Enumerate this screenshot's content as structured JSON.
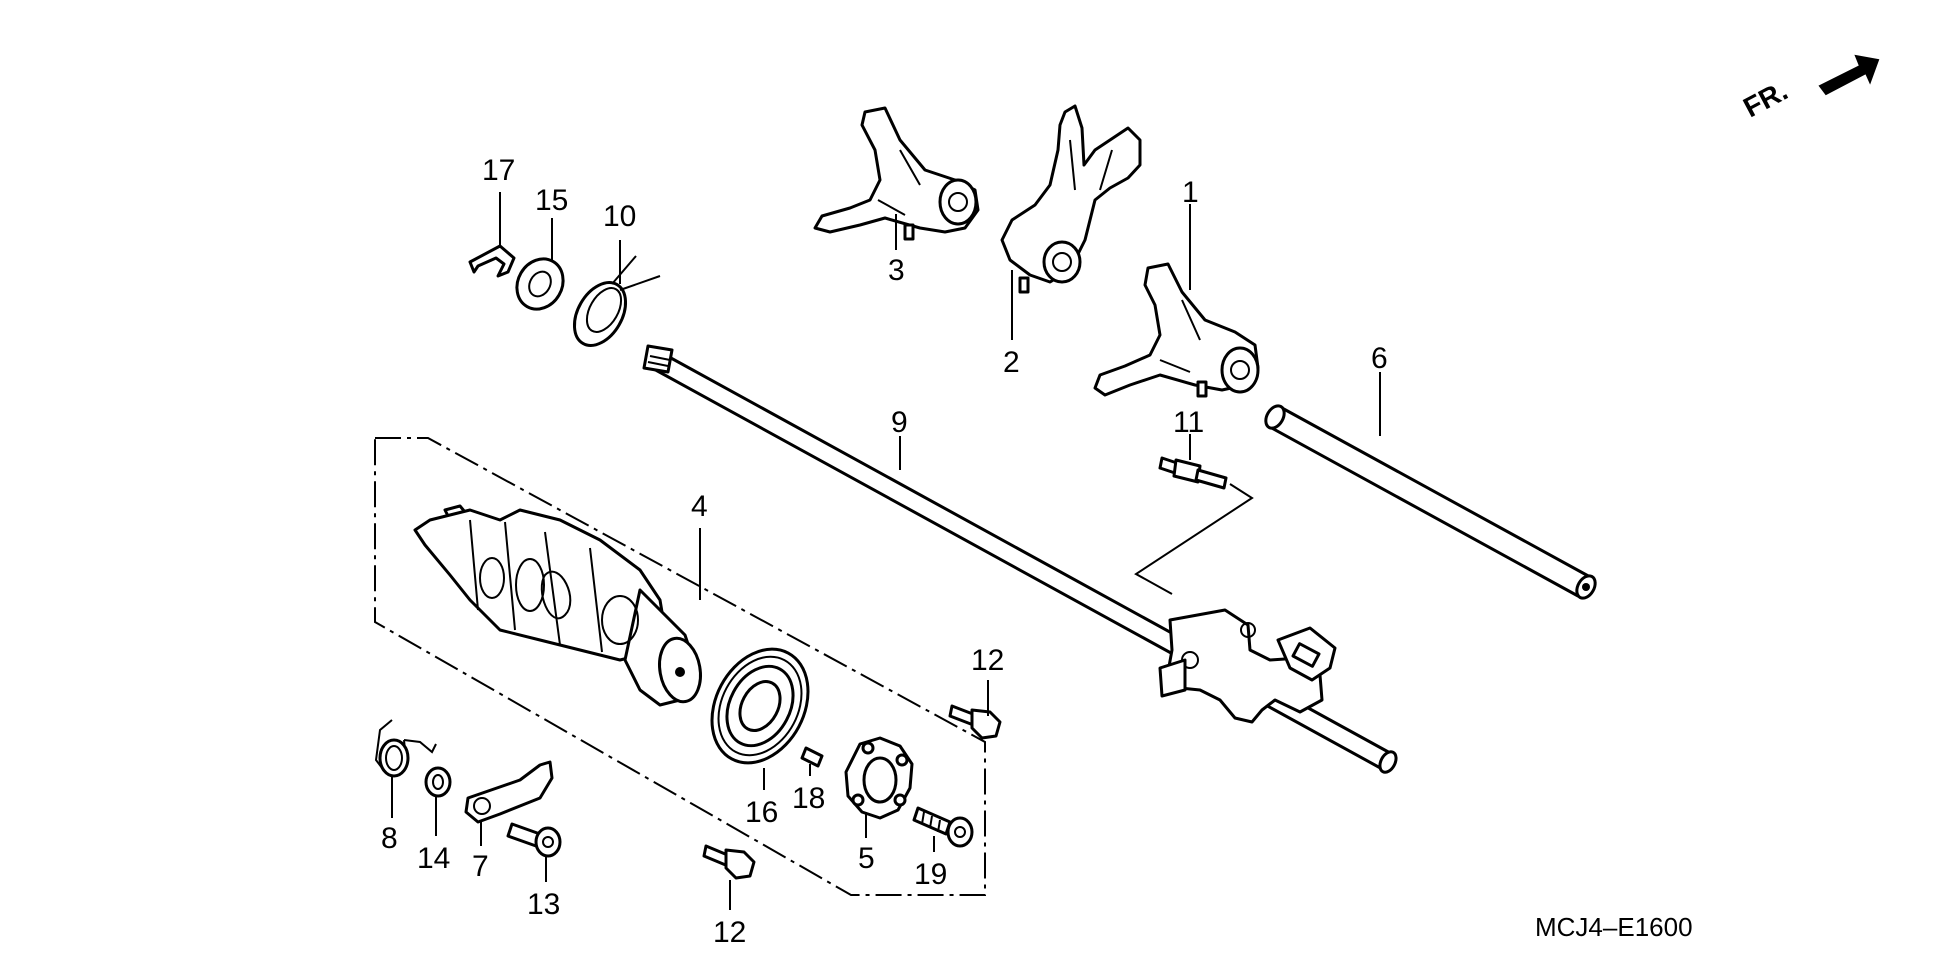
{
  "direction_marker": {
    "text": "FR."
  },
  "diagram_code": "MCJ4–E1600",
  "callouts": {
    "c1": "1",
    "c2": "2",
    "c3": "3",
    "c4": "4",
    "c5": "5",
    "c6": "6",
    "c7": "7",
    "c8": "8",
    "c9": "9",
    "c10": "10",
    "c11": "11",
    "c12a": "12",
    "c12b": "12",
    "c13": "13",
    "c14": "14",
    "c15": "15",
    "c16": "16",
    "c17": "17",
    "c18": "18",
    "c19": "19"
  }
}
